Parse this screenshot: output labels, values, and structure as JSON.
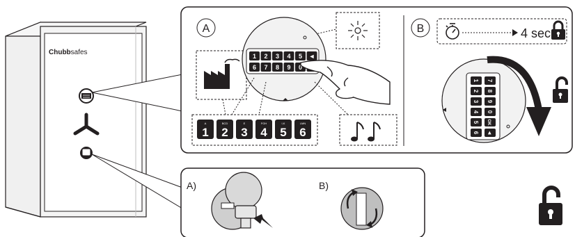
{
  "brand": {
    "logo_text_bold": "Chubb",
    "logo_text_regular": "safes"
  },
  "panel_a": {
    "label": "A",
    "keypad_top_row": [
      "1",
      "2",
      "3",
      "4",
      "5",
      "◄"
    ],
    "keypad_bottom_row": [
      "6",
      "7",
      "8",
      "9",
      "0",
      "OK"
    ],
    "code_keys": [
      {
        "digit": "1",
        "letters": "A"
      },
      {
        "digit": "2",
        "letters": "BCD"
      },
      {
        "digit": "3",
        "letters": "E"
      },
      {
        "digit": "4",
        "letters": "FGH"
      },
      {
        "digit": "5",
        "letters": "I,K"
      },
      {
        "digit": "6",
        "letters": "LMN"
      }
    ],
    "beep_icon": "music-notes-icon",
    "factory_icon": "factory-icon",
    "led_icon": "led-flash-icon"
  },
  "panel_b": {
    "label": "B",
    "timer_text": "4 sec",
    "timer_icon": "stopwatch-icon",
    "lock_icon": "closed-padlock-icon",
    "unlock_icon": "open-padlock-icon",
    "rotated_keypad": [
      "1",
      "2",
      "3",
      "4",
      "5",
      "6",
      "7",
      "8",
      "9",
      "0",
      "OK",
      "◄"
    ]
  },
  "bottom_panel": {
    "label_a": "A)",
    "label_b": "B)"
  },
  "final_icon": "open-padlock-icon"
}
